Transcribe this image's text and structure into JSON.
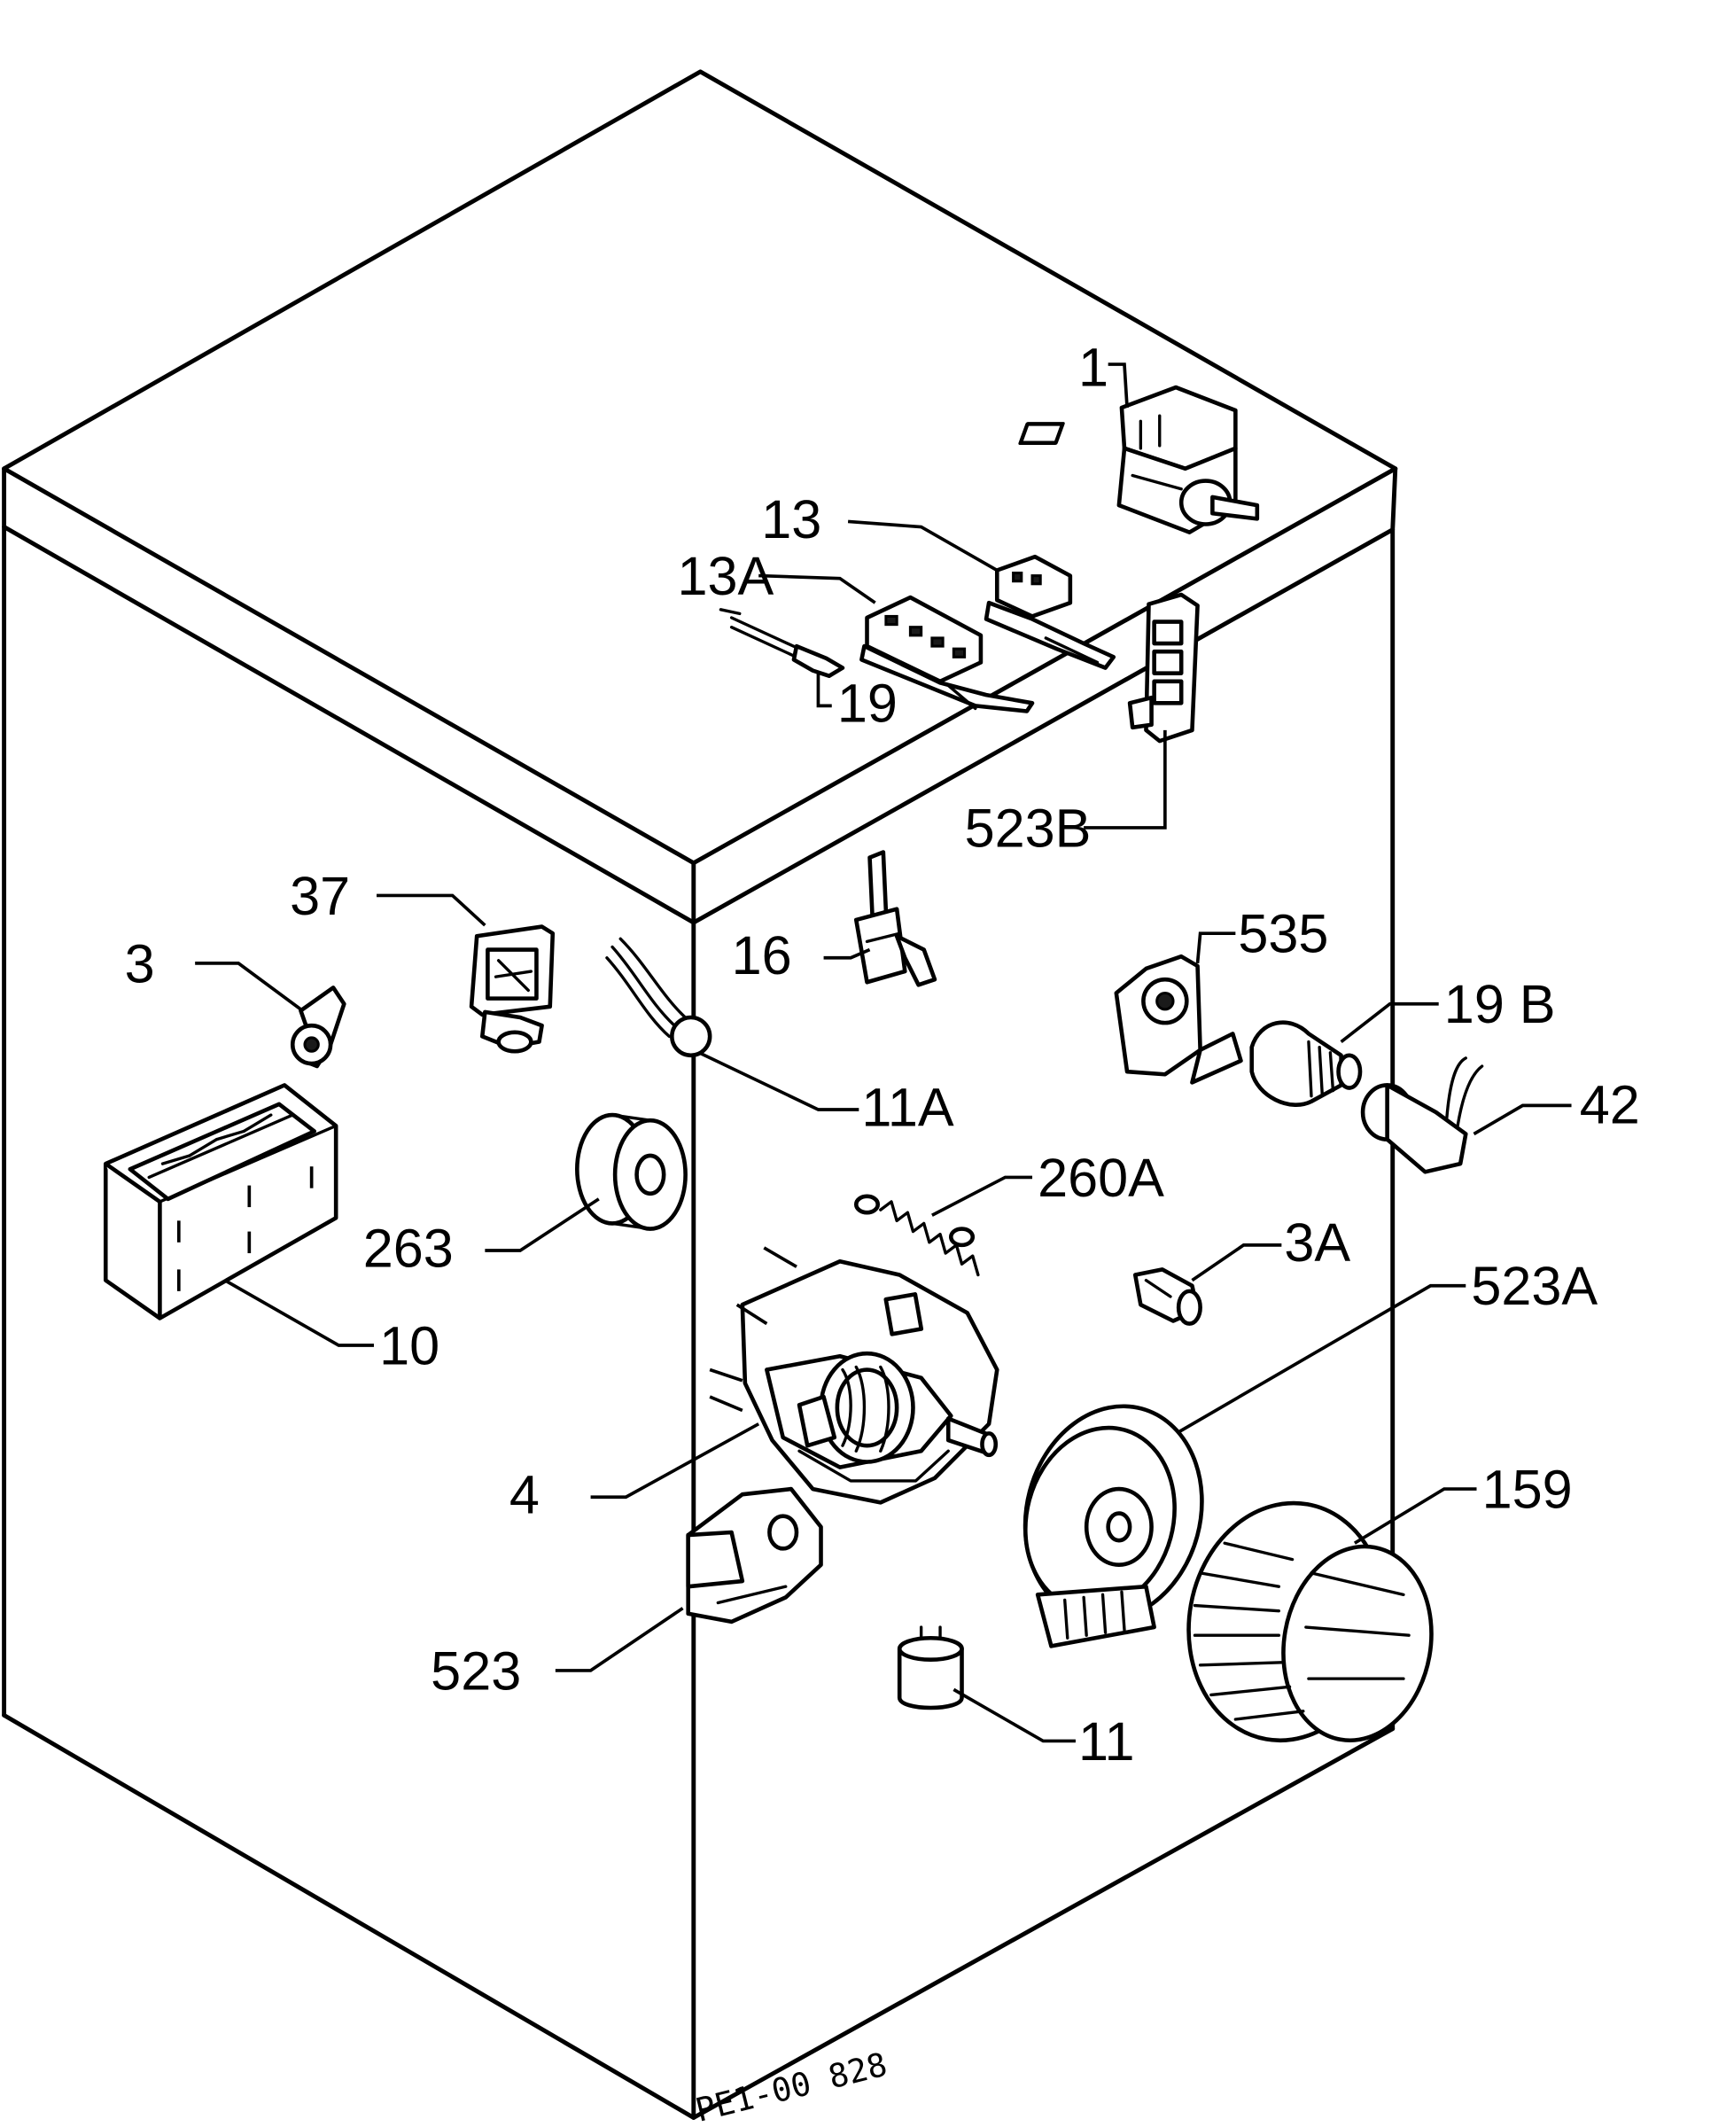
{
  "parts": {
    "p1": "1",
    "p13": "13",
    "p13a": "13A",
    "p19": "19",
    "p523b": "523B",
    "p37": "37",
    "p3": "3",
    "p16": "16",
    "p535": "535",
    "p19b": "19 B",
    "p42": "42",
    "p11a": "11A",
    "p263": "263",
    "p260a": "260A",
    "p3a": "3A",
    "p523a": "523A",
    "p10": "10",
    "p4": "4",
    "p159": "159",
    "p523": "523",
    "p11": "11"
  },
  "drawing_code": "PE1-00 828"
}
